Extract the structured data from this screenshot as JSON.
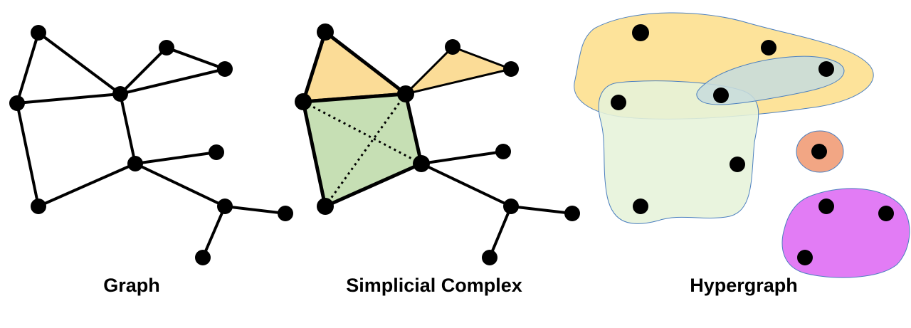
{
  "panels": {
    "graph": {
      "label": "Graph"
    },
    "simplicial": {
      "label": "Simplicial Complex"
    },
    "hypergraph": {
      "label": "Hypergraph"
    }
  },
  "colors": {
    "edge": "#000000",
    "node": "#000000",
    "triangle_fill": "#fbdc97",
    "tetra_fill": "#c6dfb4",
    "hyperedge_yellow": "#fde39a",
    "hyperedge_blue": "#c7dcdc",
    "hyperedge_green": "#e8f3de",
    "hyperedge_orange": "#f2a684",
    "hyperedge_magenta": "#e27cf5",
    "hyperedge_stroke": "#4b7fbf"
  }
}
